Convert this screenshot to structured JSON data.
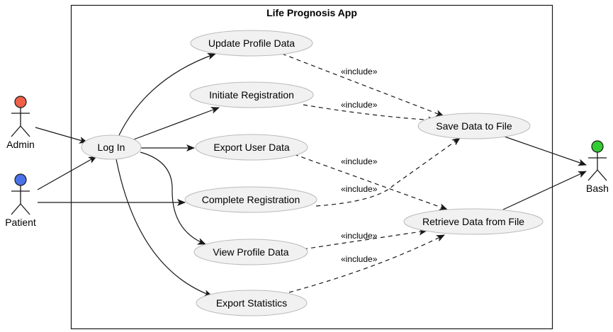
{
  "system": {
    "title": "Life Prognosis App"
  },
  "colors": {
    "admin": "#f06048",
    "patient": "#4a72e8",
    "bash": "#33cc33",
    "usecase_fill": "#f1f1f1",
    "usecase_border": "#bbbbbb",
    "line": "#181818"
  },
  "actors": {
    "admin": "Admin",
    "patient": "Patient",
    "bash": "Bash"
  },
  "use_cases": {
    "update_profile": "Update Profile Data",
    "initiate_registration": "Initiate Registration",
    "log_in": "Log In",
    "export_user_data": "Export User Data",
    "complete_registration": "Complete Registration",
    "view_profile": "View Profile Data",
    "export_statistics": "Export Statistics",
    "save_data": "Save Data to File",
    "retrieve_data": "Retrieve Data from File"
  },
  "relation_label": "«include»"
}
